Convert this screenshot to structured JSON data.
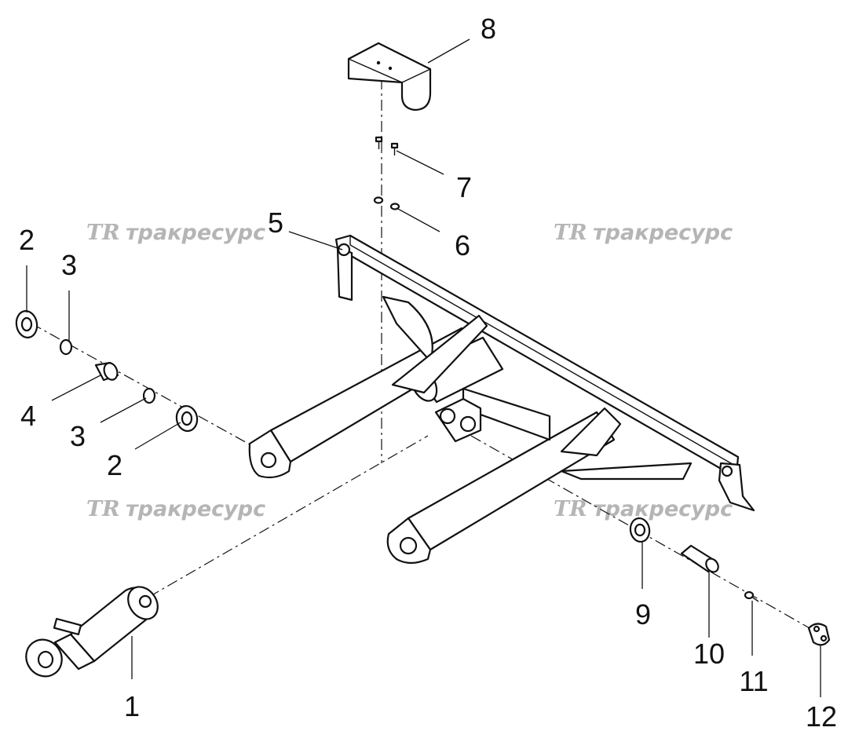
{
  "watermark": {
    "logo": "TR",
    "text": "тракресурс"
  },
  "callouts": [
    {
      "id": "1",
      "label": "1"
    },
    {
      "id": "2a",
      "label": "2"
    },
    {
      "id": "3a",
      "label": "3"
    },
    {
      "id": "4",
      "label": "4"
    },
    {
      "id": "3b",
      "label": "3"
    },
    {
      "id": "2b",
      "label": "2"
    },
    {
      "id": "5",
      "label": "5"
    },
    {
      "id": "6",
      "label": "6"
    },
    {
      "id": "7",
      "label": "7"
    },
    {
      "id": "8",
      "label": "8"
    },
    {
      "id": "9",
      "label": "9"
    },
    {
      "id": "10",
      "label": "10"
    },
    {
      "id": "11",
      "label": "11"
    },
    {
      "id": "12",
      "label": "12"
    }
  ],
  "colors": {
    "line": "#111111",
    "watermark": "#b5b5b5",
    "background": "#ffffff"
  }
}
